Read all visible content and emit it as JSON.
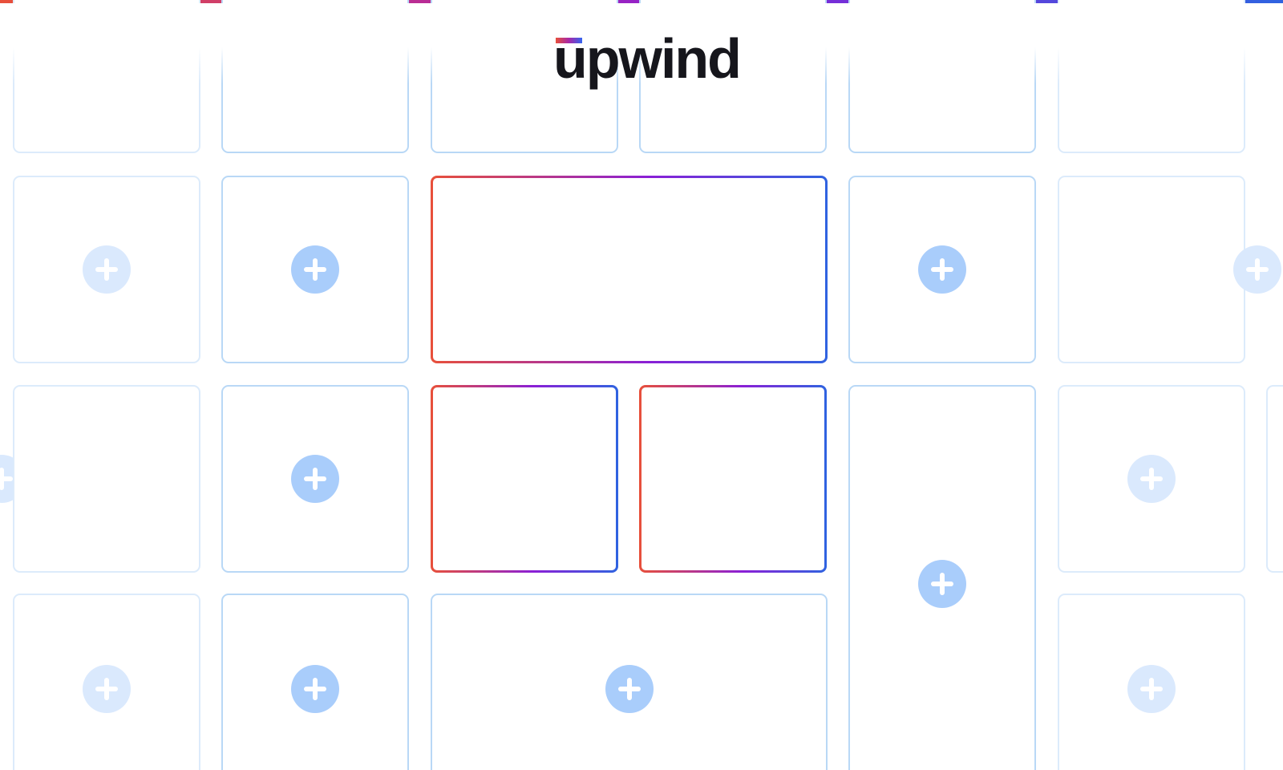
{
  "brand": {
    "logo_text": "upwind",
    "colors": {
      "gradient_start": "#e8503a",
      "gradient_mid": "#8a1fd6",
      "gradient_end": "#2f63e0",
      "tile_border": "#b9d8f6",
      "plus_button": "#a9cdfb",
      "logo_text": "#16161c"
    }
  },
  "grid": {
    "add_button_icon": "plus-circle-icon",
    "highlighted_tiles": 3,
    "add_buttons_visible": 12
  }
}
